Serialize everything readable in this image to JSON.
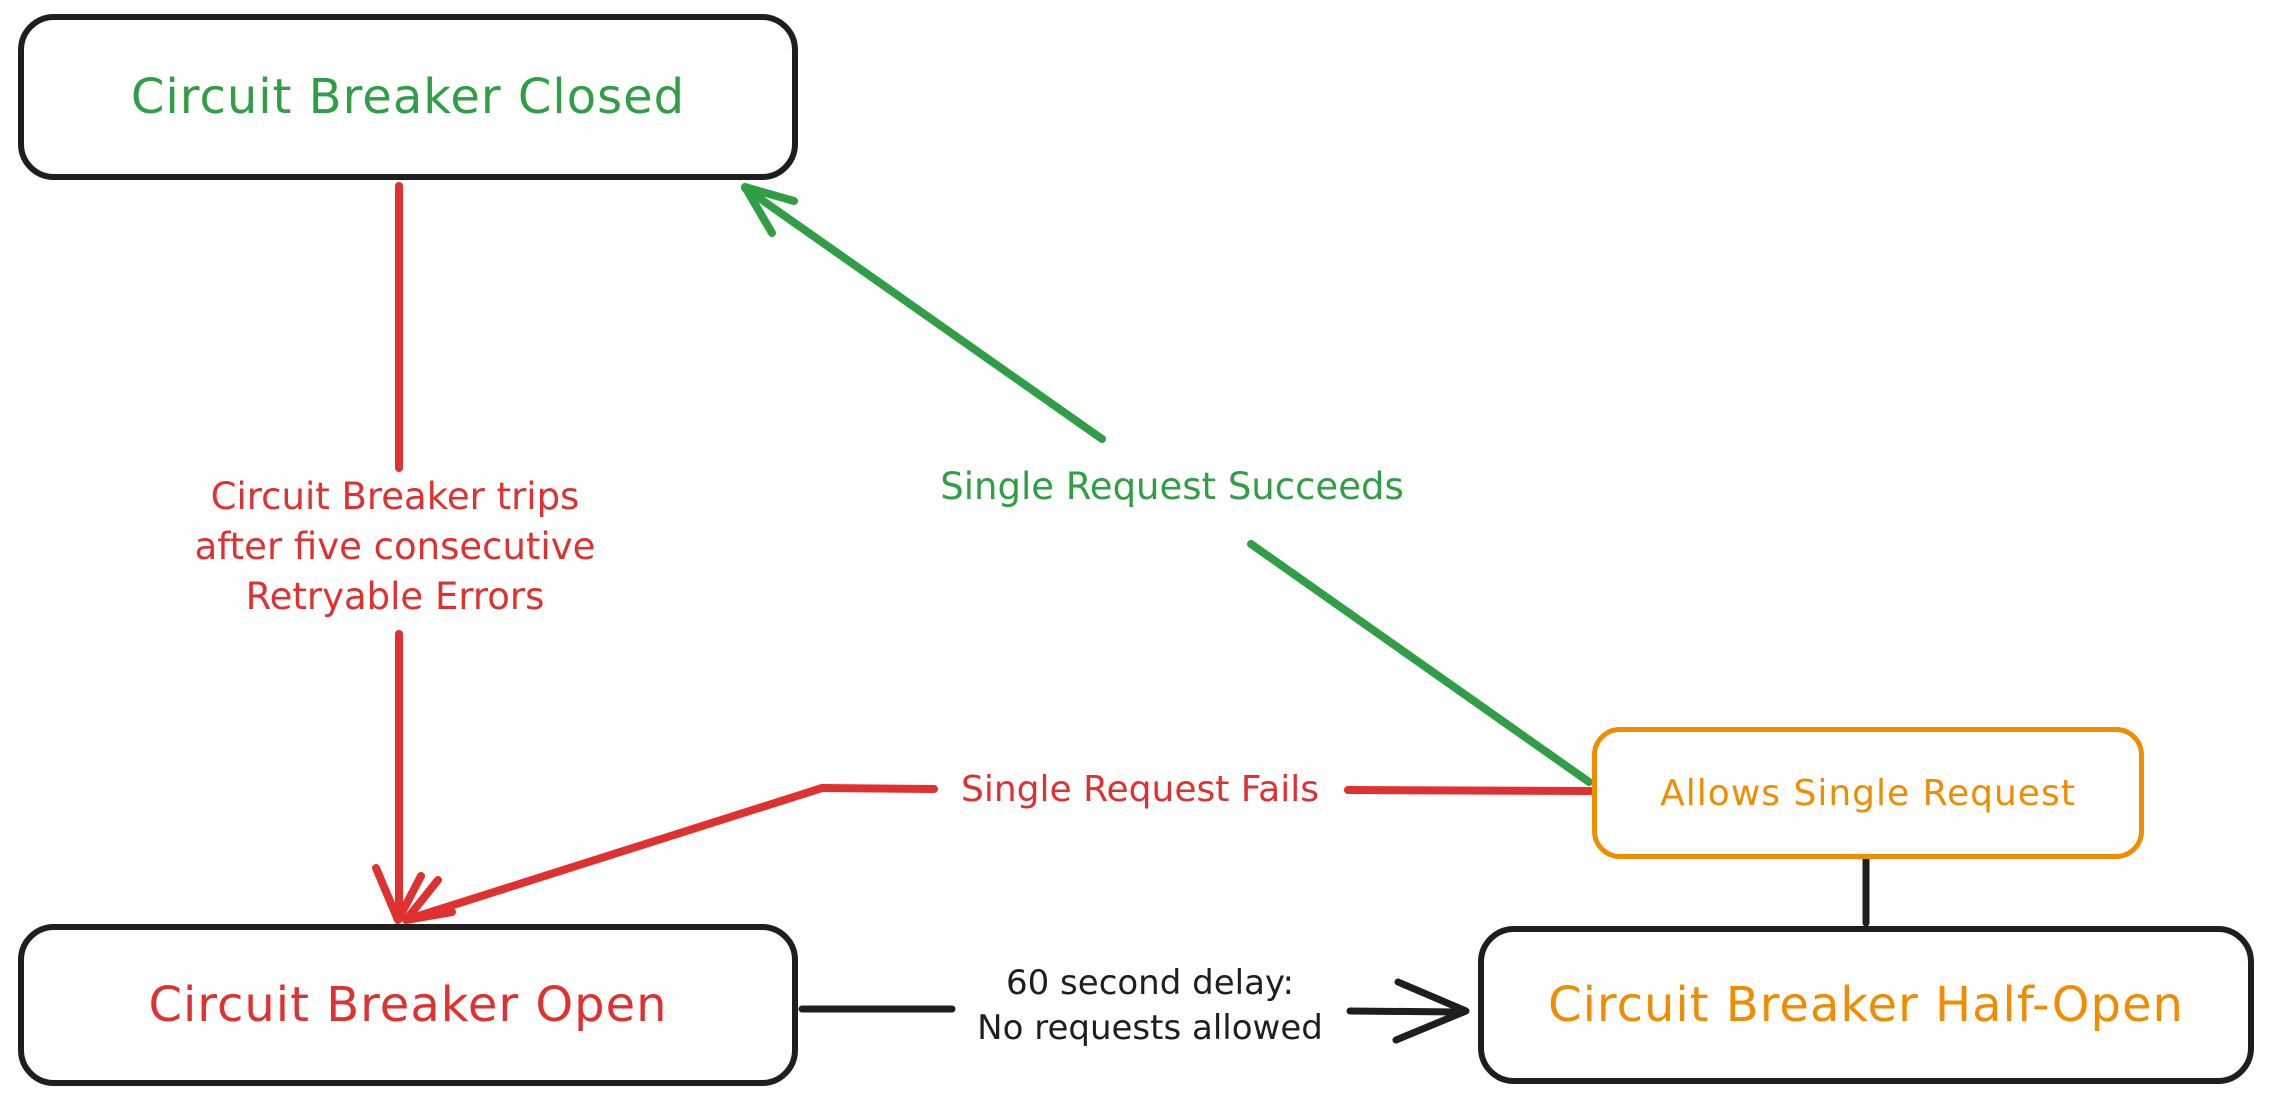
{
  "colors": {
    "green": "#2f9e44",
    "red": "#e03131",
    "orange": "#f08c00",
    "black": "#1e1e1e",
    "background": "#ffffff"
  },
  "nodes": {
    "closed": {
      "label": "Circuit Breaker Closed",
      "text_color": "green",
      "border_color": "black"
    },
    "open": {
      "label": "Circuit Breaker Open",
      "text_color": "red",
      "border_color": "black"
    },
    "half_open": {
      "label": "Circuit Breaker Half-Open",
      "text_color": "orange",
      "border_color": "black"
    },
    "allows_single_request": {
      "label": "Allows Single Request",
      "text_color": "orange",
      "border_color": "orange"
    }
  },
  "edges": {
    "trip": {
      "from": "closed",
      "to": "open",
      "color": "red",
      "label_lines": [
        "Circuit Breaker trips",
        "after five consecutive",
        "Retryable Errors"
      ]
    },
    "single_request_fails": {
      "from": "allows_single_request",
      "to": "open",
      "color": "red",
      "label": "Single Request Fails"
    },
    "single_request_succeeds": {
      "from": "allows_single_request",
      "to": "closed",
      "color": "green",
      "label": "Single Request Succeeds"
    },
    "delay": {
      "from": "open",
      "to": "half_open",
      "color": "black",
      "label_lines": [
        "60 second delay:",
        "No requests allowed"
      ]
    },
    "half_open_to_allows_link": {
      "from": "half_open",
      "to": "allows_single_request",
      "color": "black",
      "label": ""
    }
  }
}
